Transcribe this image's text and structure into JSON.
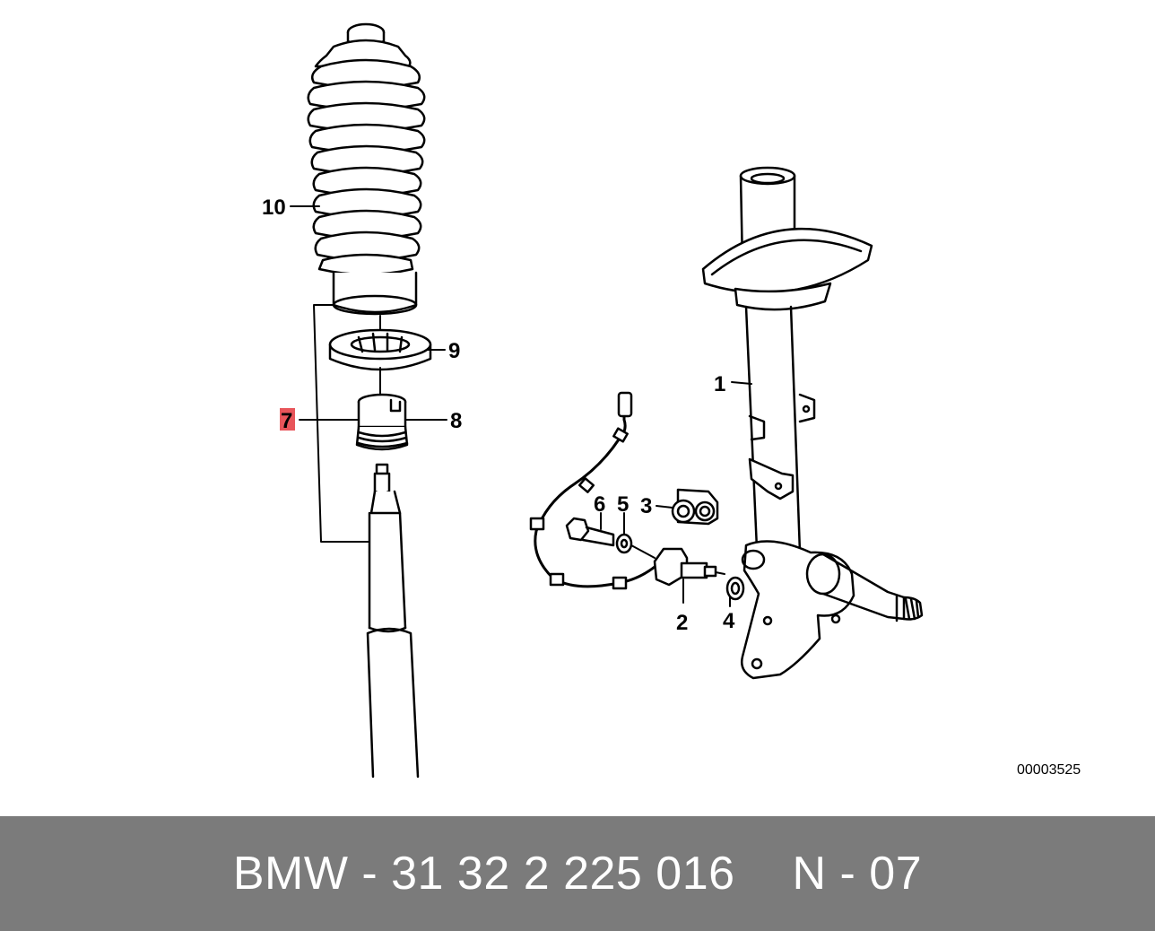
{
  "diagram": {
    "image_number": "00003525",
    "callouts": [
      {
        "id": "1",
        "label": "1",
        "highlighted": false
      },
      {
        "id": "2",
        "label": "2",
        "highlighted": false
      },
      {
        "id": "3",
        "label": "3",
        "highlighted": false
      },
      {
        "id": "4",
        "label": "4",
        "highlighted": false
      },
      {
        "id": "5",
        "label": "5",
        "highlighted": false
      },
      {
        "id": "6",
        "label": "6",
        "highlighted": false
      },
      {
        "id": "7",
        "label": "7",
        "highlighted": true
      },
      {
        "id": "8",
        "label": "8",
        "highlighted": false
      },
      {
        "id": "9",
        "label": "9",
        "highlighted": false
      },
      {
        "id": "10",
        "label": "10",
        "highlighted": false
      }
    ],
    "highlight_color": "#e8555a"
  },
  "footer": {
    "part_number": "BMW - 31 32 2 225 016",
    "position": "N - 07",
    "background": "#7b7b7b"
  }
}
